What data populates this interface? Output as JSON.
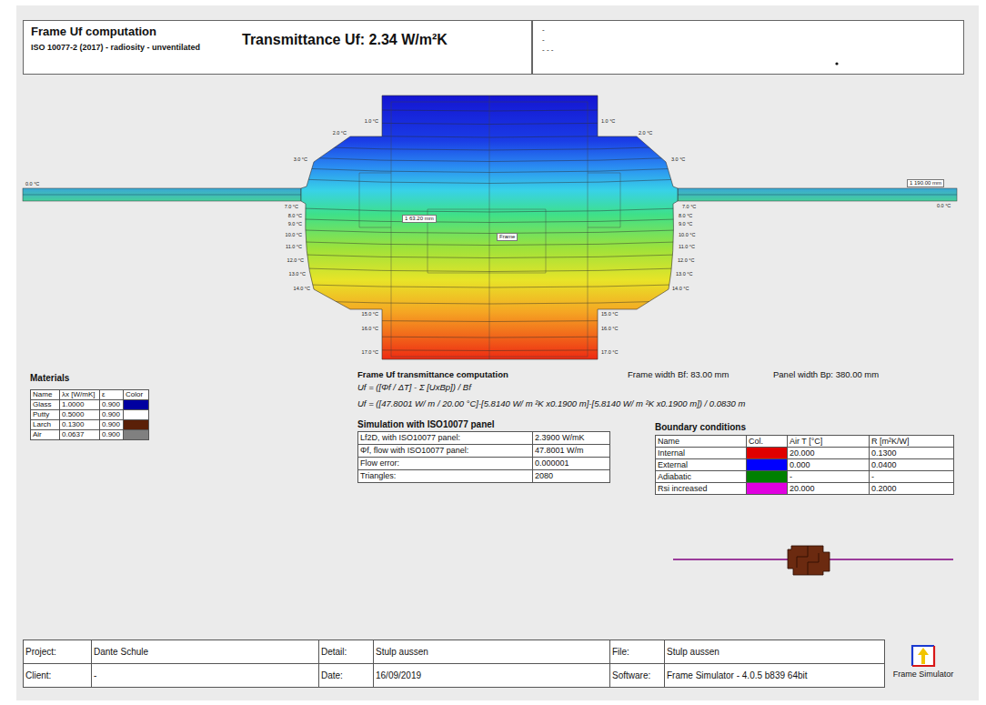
{
  "diagram": {
    "title": "Frame Uf computation",
    "nodes": [
      {
        "text": [
          "ISO 10077-2 (2017) - radiosity - unventilated",
          "Transmittance Uf: 2.34 W/m²K"
        ]
      },
      {
        "text": [
          "-",
          "-",
          "- - -"
        ]
      }
    ],
    "labels": [
      "0.0 °C",
      "0.0 °C",
      "1.0 °C",
      "1.0 °C",
      "2.0 °C",
      "2.0 °C",
      "3.0 °C",
      "3.0 °C",
      "7.0 °C",
      "7.0 °C",
      "8.0 °C",
      "8.0 °C",
      "9.0 °C",
      "9.0 °C",
      "10.0 °C",
      "10.0 °C",
      "11.0 °C",
      "11.0 °C",
      "12.0 °C",
      "12.0 °C",
      "13.0 °C",
      "13.0 °C",
      "14.0 °C",
      "14.0 °C",
      "15.0 °C",
      "15.0 °C",
      "16.0 °C",
      "16.0 °C",
      "17.0 °C",
      "17.0 °C",
      "1 63.20 mm",
      "Frame",
      "1 190.00 mm",
      "Materials",
      "Name",
      "λx [W/mK]",
      "ε",
      "Color",
      "1.0000",
      "0.900",
      "0.5000",
      "0.900",
      "0.1300",
      "0.900",
      "0.0637",
      "0.900",
      "Frame Uf transmittance computation",
      "Uf = ([Φf / ΔT] - Σ [UxBp]) / Bf",
      "Uf = ([47.8001 W/ m / 20.00 °C]-[5.8140 W/ m ²K x0.1900 m]-[5.8140 W/ m ²K x0.1900 m]) / 0.0830 m",
      "Frame width Bf: 83.00 mm",
      "Panel width Bp: 380.00 mm",
      "Simulation with ISO10077 panel",
      "Lf2D, with ISO10077 panel:",
      "2.3900 W/mK",
      "Φf, flow with ISO10077 panel:",
      "47.8001 W/m",
      "Flow error:",
      "0.000001",
      "Triangles:",
      "2080",
      "Boundary conditions",
      "Name",
      "Col.",
      "Air T [°C]",
      "R [m²K/W]",
      "20.000",
      "0.1300",
      "0.000",
      "0.0400",
      "-",
      "-",
      "20.000",
      "0.2000",
      "Project:",
      "Dante Schule",
      "Detail:",
      "Stulp aussen",
      "File:",
      "Stulp aussen",
      "Client:",
      "-",
      "Date:",
      "16/09/2019",
      "Software:",
      "Frame Simulator - 4.0.5 b839 64bit",
      "Frame Simulator"
    ],
    "legend": [
      {
        "text": "Glass",
        "color": "#0000a0"
      },
      {
        "text": "Putty",
        "color": "#ffffff"
      },
      {
        "text": "Larch",
        "color": "#5a2008"
      },
      {
        "text": "Air",
        "color": "#808080"
      },
      {
        "text": "Internal",
        "color": "#e00000"
      },
      {
        "text": "External",
        "color": "#0000ff"
      },
      {
        "text": "Adiabatic",
        "color": "#008000"
      },
      {
        "text": "Rsi increased",
        "color": "#e000e0"
      }
    ]
  }
}
